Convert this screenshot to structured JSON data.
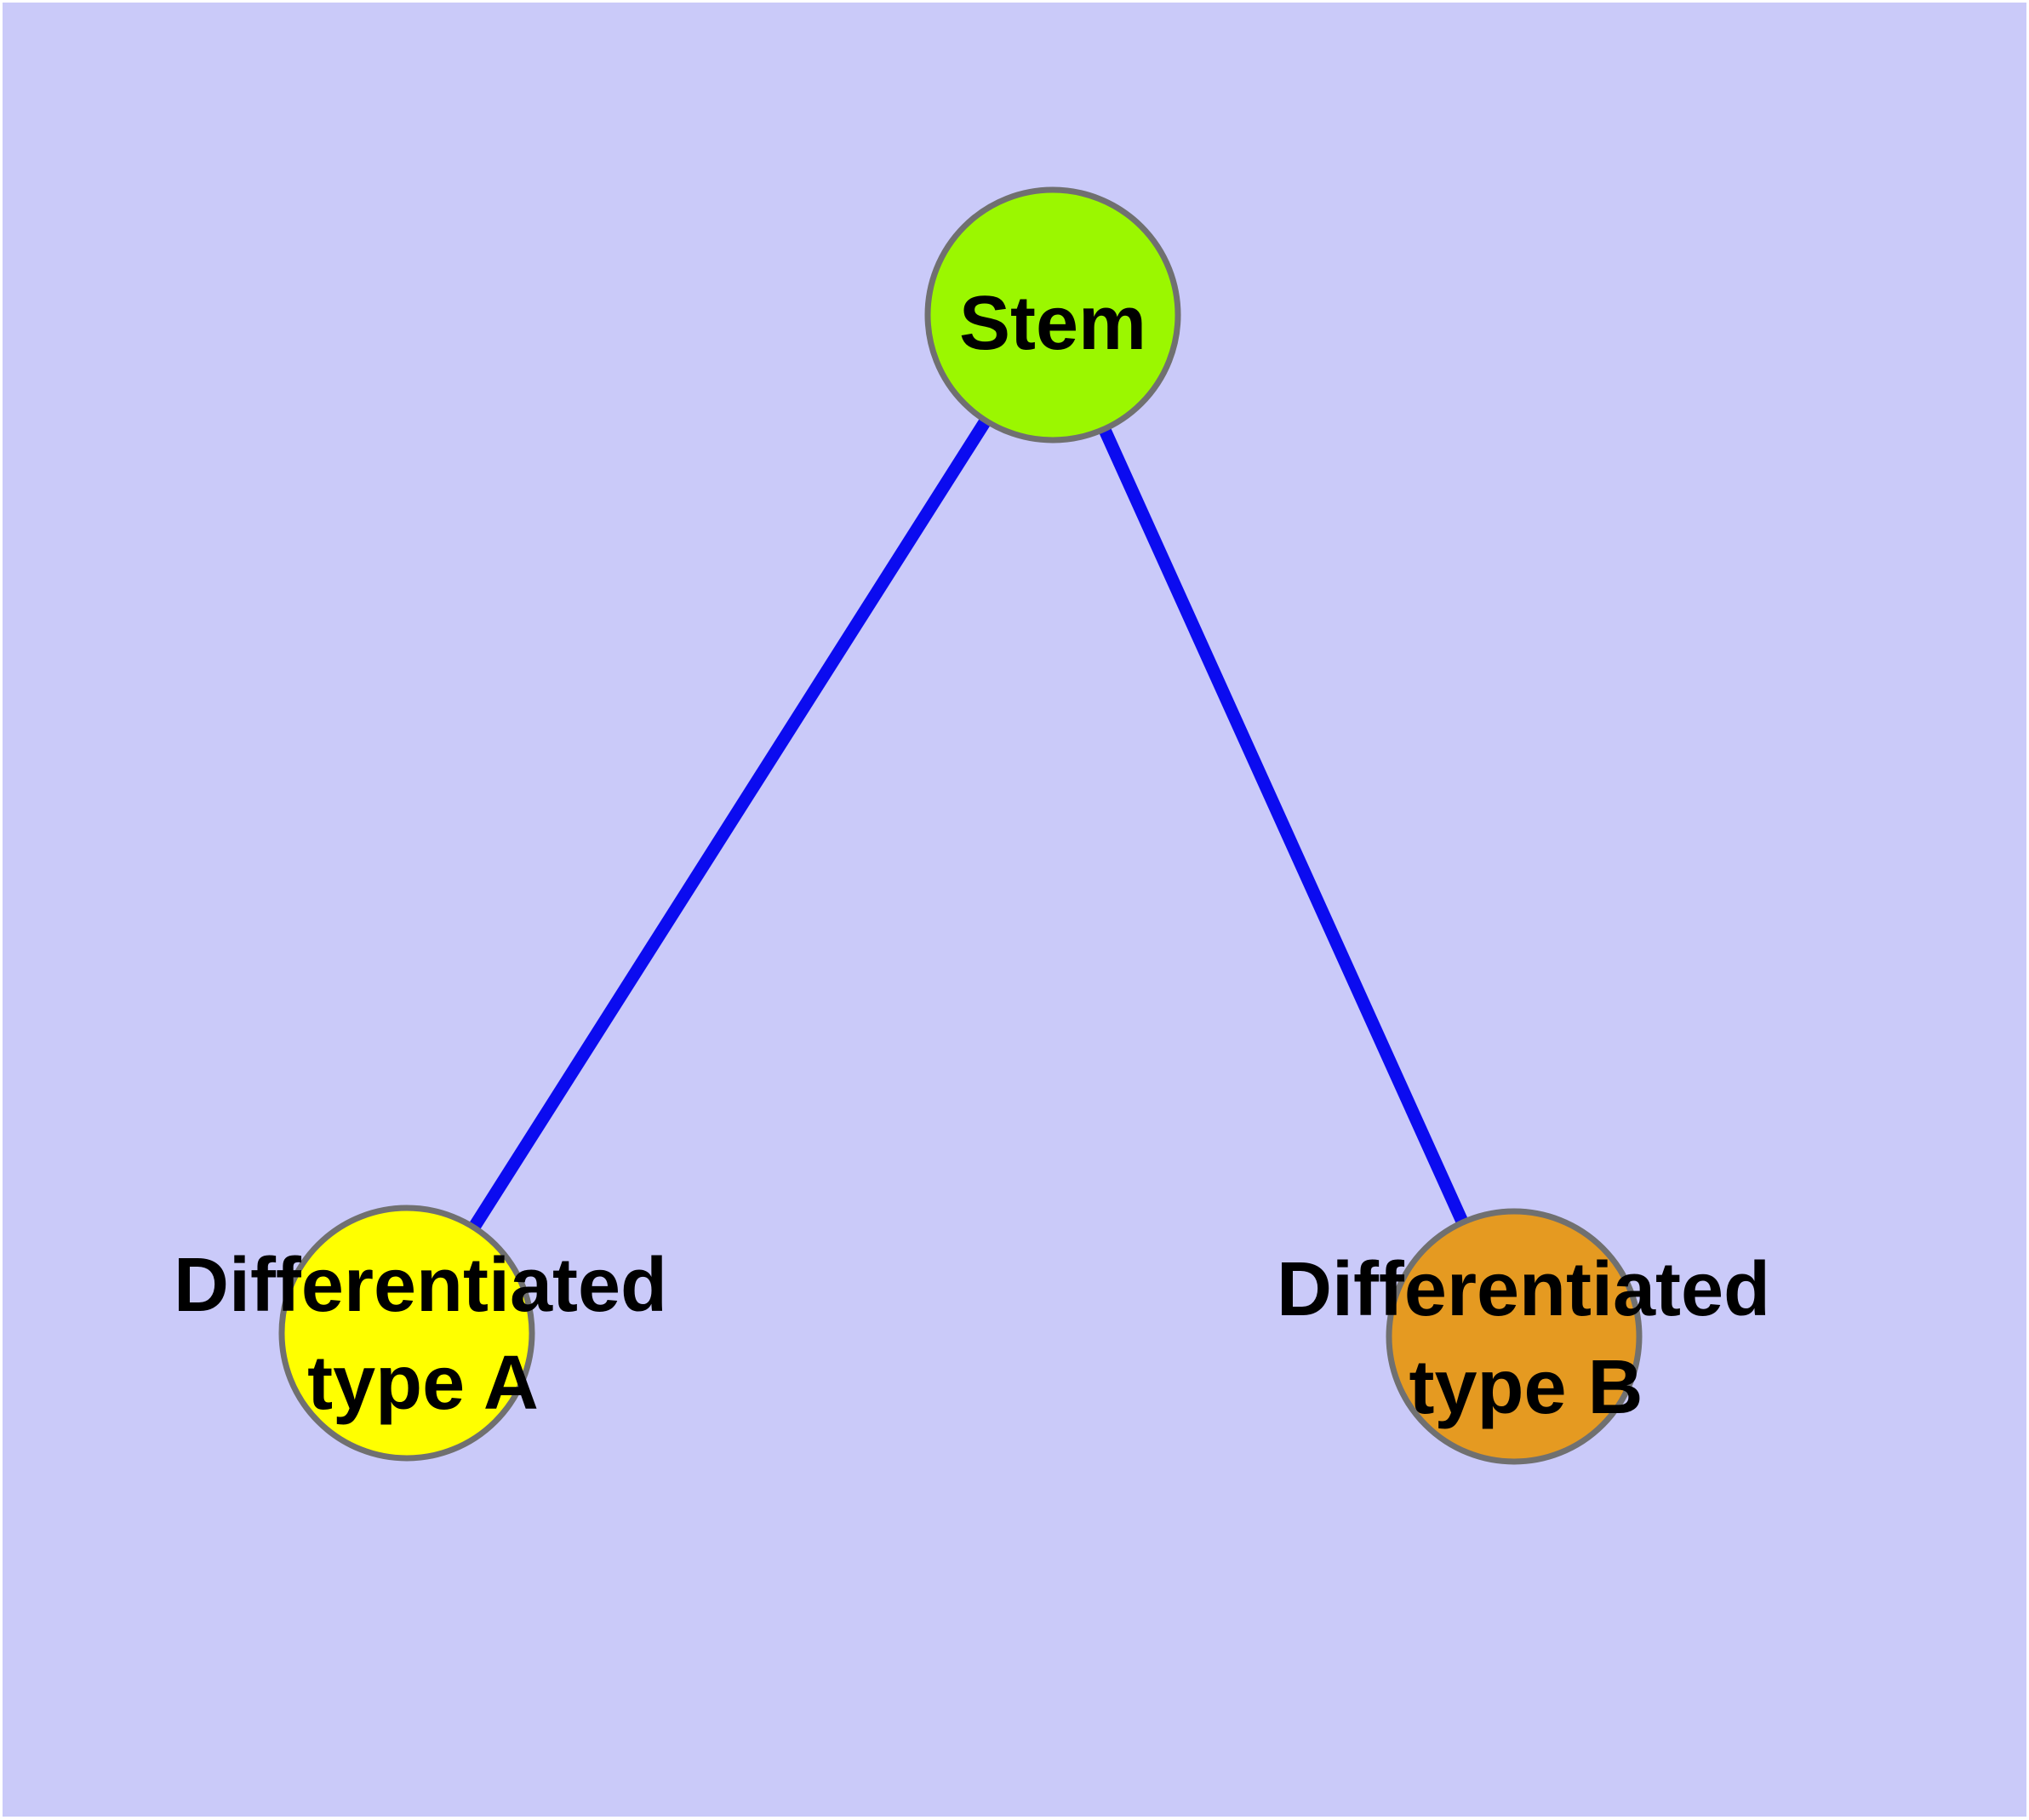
{
  "canvas": {
    "background_color": "#cacaf9",
    "frame_color": "#ffffff"
  },
  "graph": {
    "edge_color": "#0b0bf0",
    "node_border_color": "#707070",
    "nodes": [
      {
        "id": "stem",
        "label": "Stem",
        "lines": [
          "Stem"
        ],
        "fill": "#9bf700"
      },
      {
        "id": "differentiated-type-a",
        "label": "Differentiated type A",
        "lines": [
          "Differentiated",
          "type A"
        ],
        "fill": "#ffff00"
      },
      {
        "id": "differentiated-type-b",
        "label": "Differentiated type B",
        "lines": [
          "Differentiated",
          "type B"
        ],
        "fill": "#e59a21"
      }
    ],
    "edges": [
      {
        "from": "Stem",
        "to": "Differentiated type A"
      },
      {
        "from": "Stem",
        "to": "Differentiated type B"
      }
    ]
  }
}
